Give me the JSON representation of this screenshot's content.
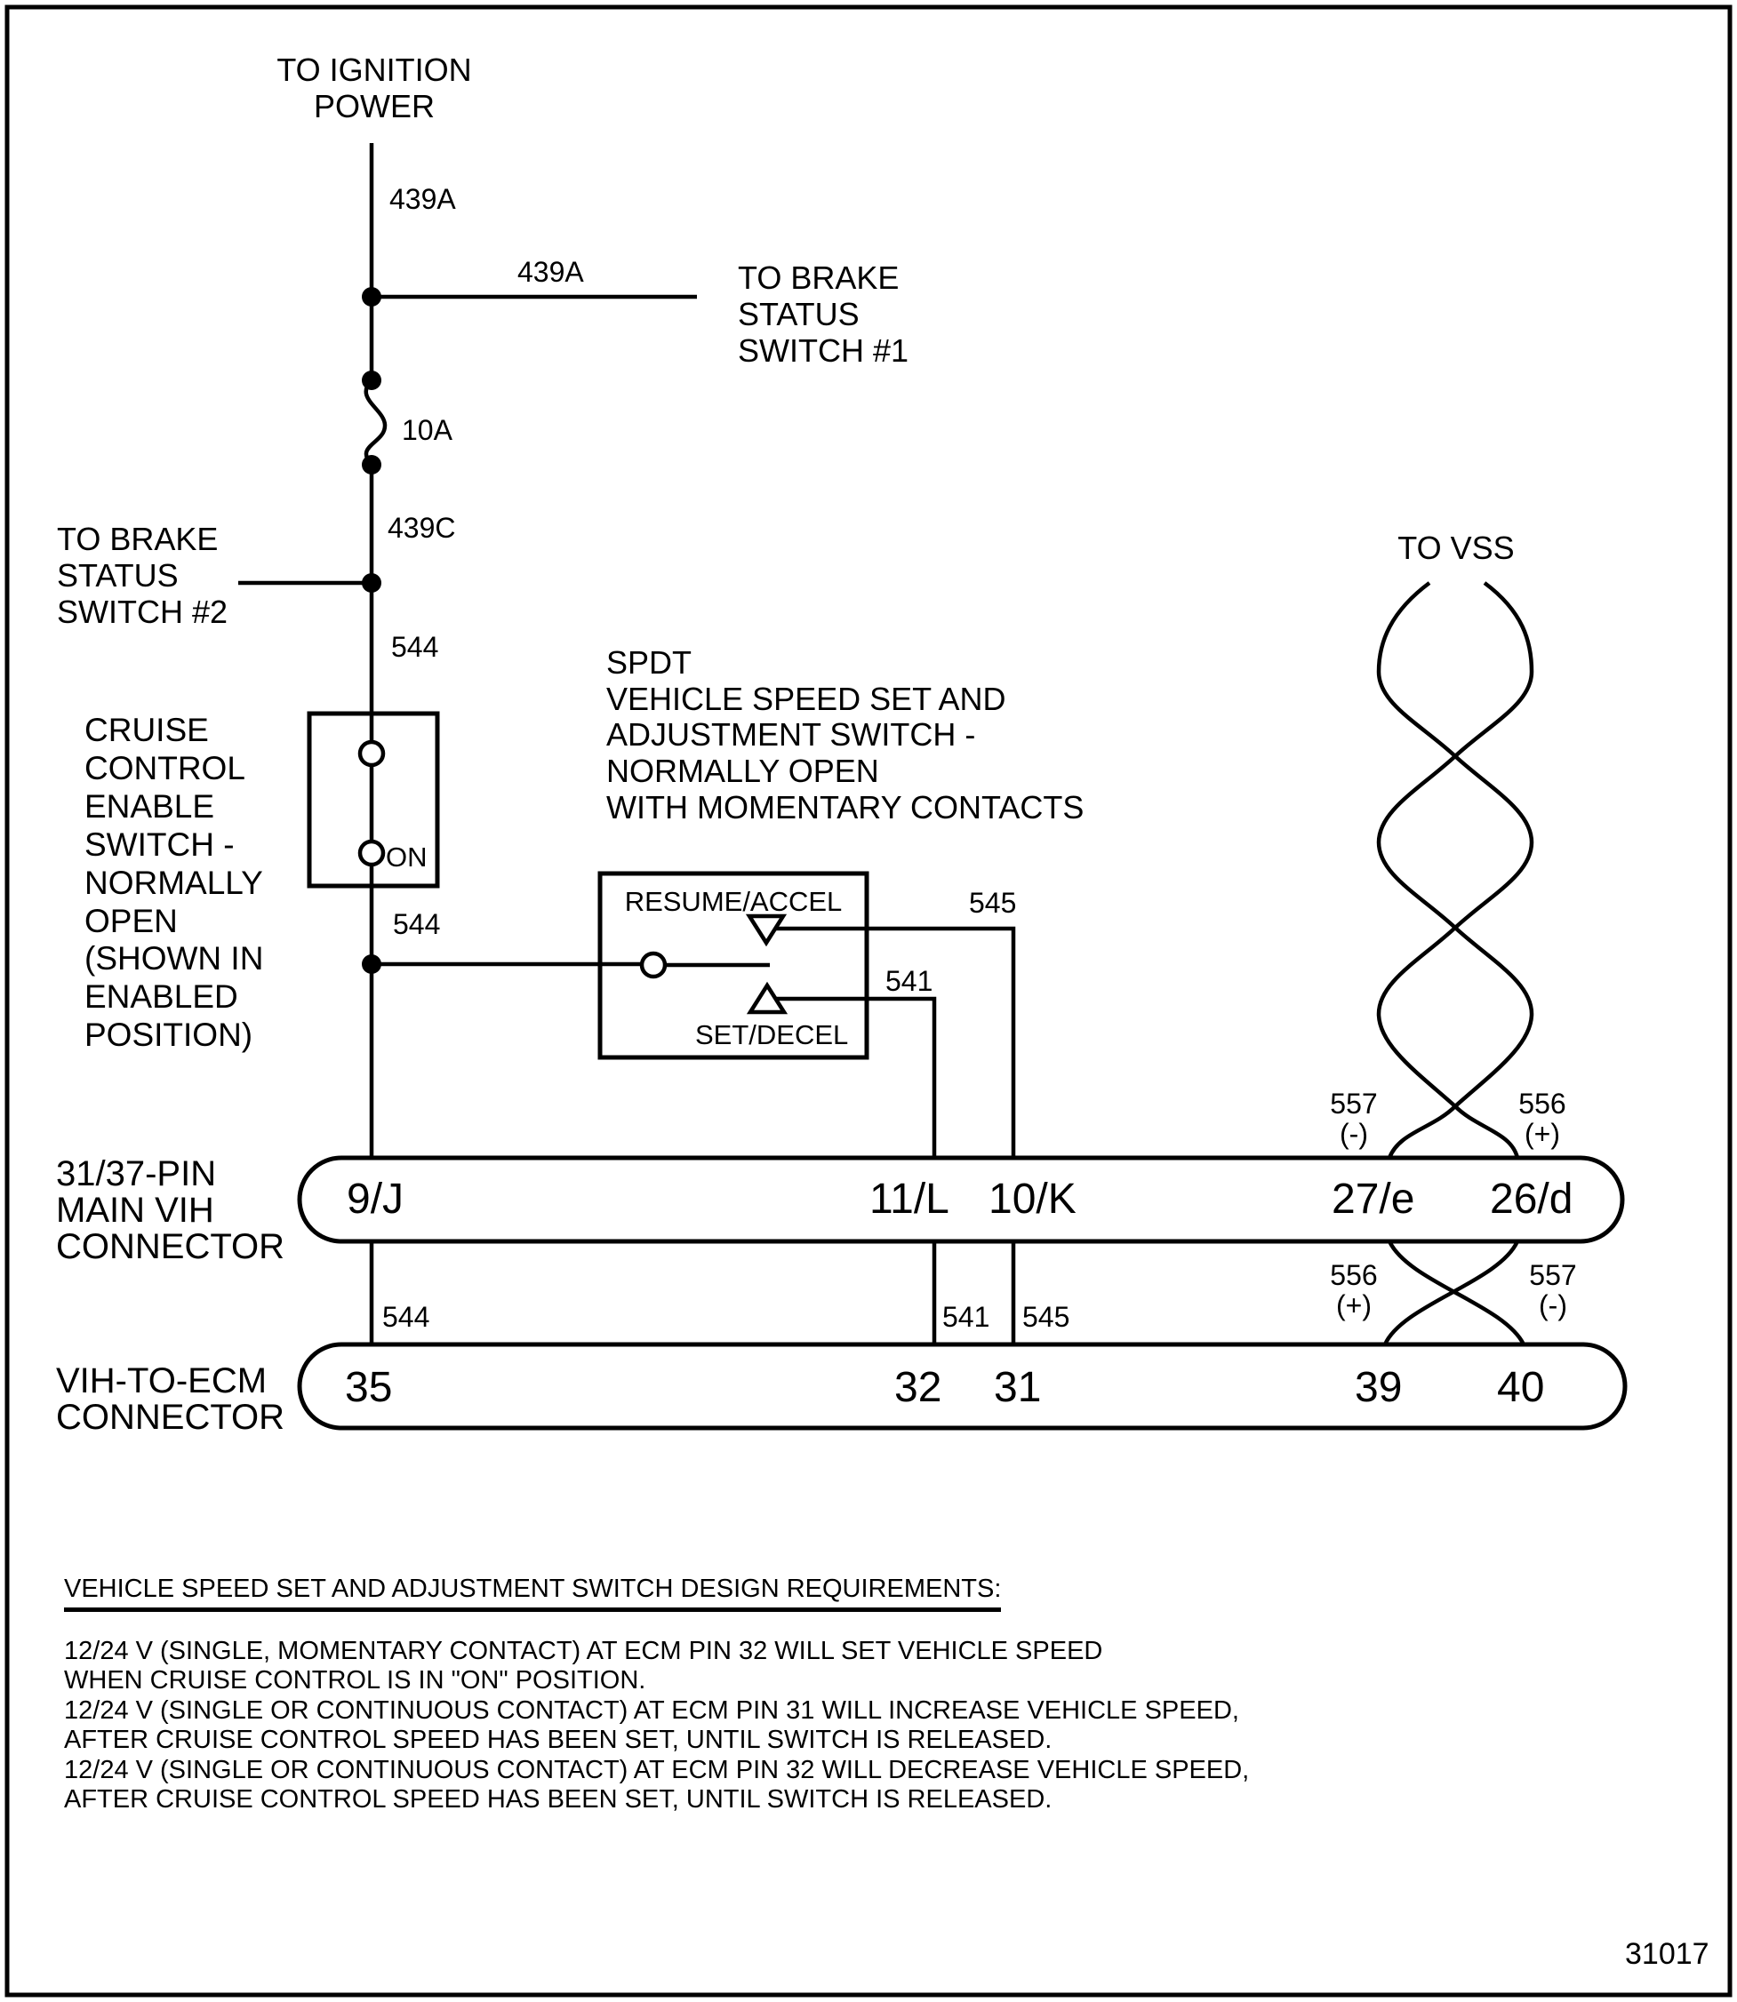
{
  "endpoints": {
    "ignition": "TO IGNITION\nPOWER",
    "brake_switch_1": "TO BRAKE\nSTATUS\nSWITCH #1",
    "brake_switch_2": "TO BRAKE\nSTATUS\nSWITCH #2",
    "vss": "TO VSS"
  },
  "wire_labels": {
    "w439a_vertical": "439A",
    "w439a_branch": "439A",
    "fuse_rating": "10A",
    "w439c": "439C",
    "w544_above_switch": "544",
    "w544_below_switch": "544",
    "w545_switch": "545",
    "w541_switch": "541",
    "w544_between": "544",
    "w541_between": "541",
    "w545_between": "545",
    "vss_upper_left": "557\n(-)",
    "vss_upper_right": "556\n(+)",
    "vss_lower_left": "556\n(+)",
    "vss_lower_right": "557\n(-)"
  },
  "enable_switch": {
    "label": "CRUISE\nCONTROL\nENABLE\nSWITCH -\nNORMALLY\nOPEN\n(SHOWN IN\nENABLED\nPOSITION)",
    "on": "ON"
  },
  "spdt_switch": {
    "label": "SPDT\nVEHICLE SPEED SET AND\nADJUSTMENT SWITCH -\nNORMALLY OPEN\nWITH MOMENTARY CONTACTS",
    "resume": "RESUME/ACCEL",
    "set": "SET/DECEL"
  },
  "connectors": {
    "main": {
      "label": "31/37-PIN\nMAIN VIH\nCONNECTOR",
      "pins": [
        "9/J",
        "11/L",
        "10/K",
        "27/e",
        "26/d"
      ]
    },
    "ecm": {
      "label": "VIH-TO-ECM\nCONNECTOR",
      "pins": [
        "35",
        "32",
        "31",
        "39",
        "40"
      ]
    }
  },
  "notes": {
    "heading": "VEHICLE SPEED SET AND ADJUSTMENT SWITCH DESIGN REQUIREMENTS:",
    "body": "12/24 V (SINGLE, MOMENTARY CONTACT) AT ECM PIN 32 WILL SET VEHICLE SPEED\nWHEN CRUISE CONTROL IS IN \"ON\" POSITION.\n12/24 V (SINGLE OR CONTINUOUS CONTACT) AT ECM PIN 31 WILL INCREASE VEHICLE SPEED,\nAFTER CRUISE CONTROL SPEED HAS BEEN SET, UNTIL SWITCH IS RELEASED.\n12/24 V (SINGLE OR CONTINUOUS CONTACT) AT ECM PIN 32 WILL DECREASE VEHICLE SPEED,\nAFTER CRUISE CONTROL SPEED HAS BEEN SET, UNTIL SWITCH IS RELEASED."
  },
  "figure_number": "31017",
  "colors": {
    "ink": "#000000",
    "paper": "#ffffff"
  }
}
